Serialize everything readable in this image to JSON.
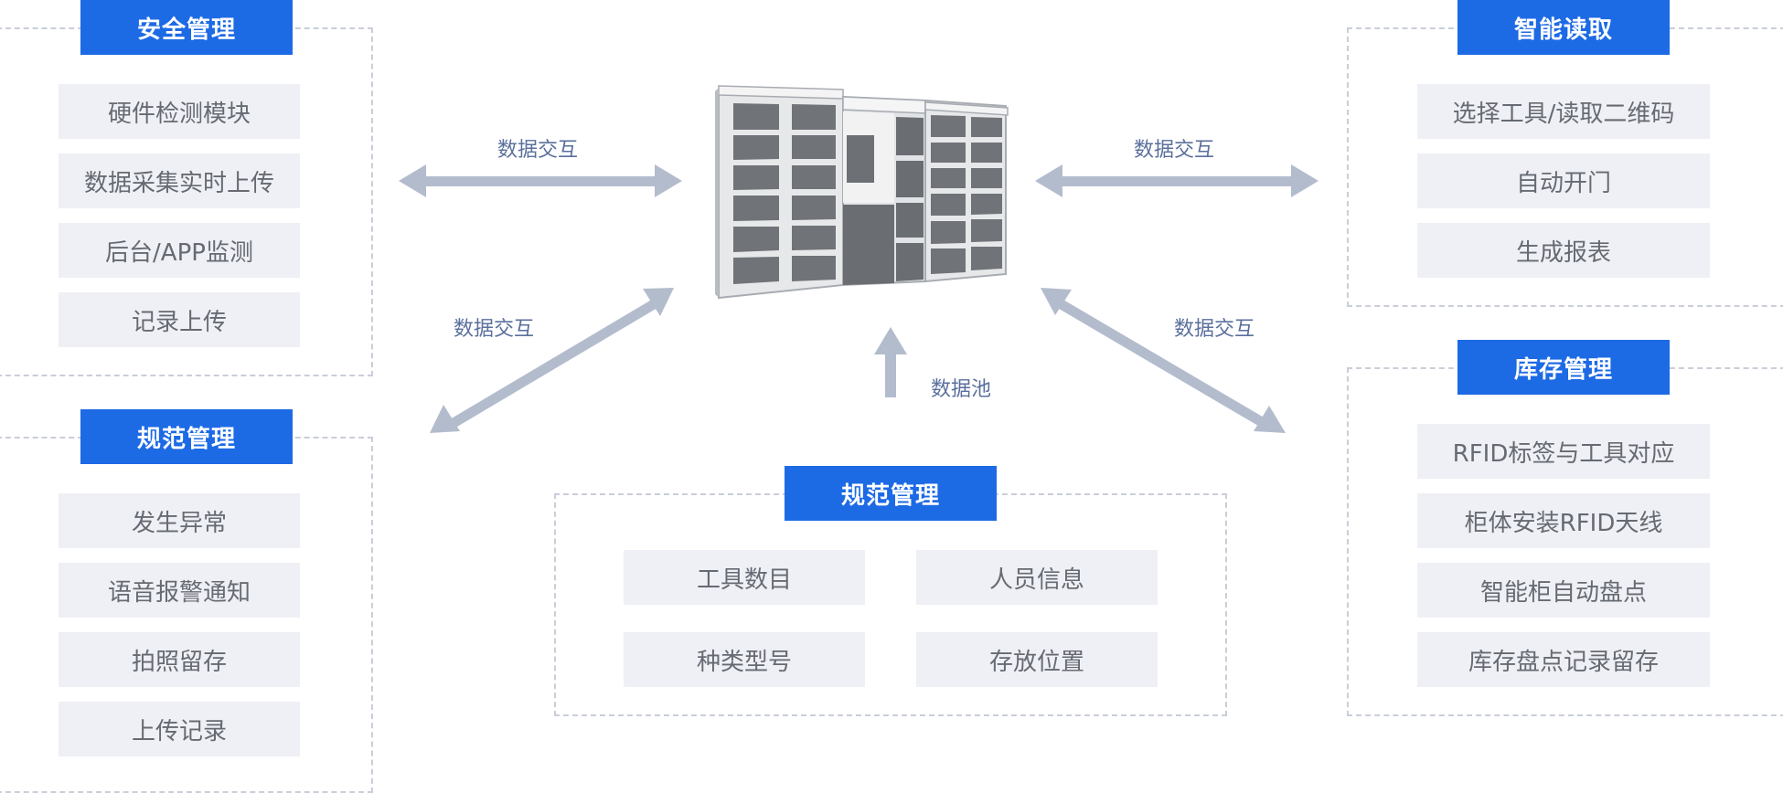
{
  "left_top": {
    "title": "安全管理",
    "items": [
      "硬件检测模块",
      "数据采集实时上传",
      "后台/APP监测",
      "记录上传"
    ]
  },
  "left_bottom": {
    "title": "规范管理",
    "items": [
      "发生异常",
      "语音报警通知",
      "拍照留存",
      "上传记录"
    ]
  },
  "right_top": {
    "title": "智能读取",
    "items": [
      "选择工具/读取二维码",
      "自动开门",
      "生成报表"
    ]
  },
  "right_bottom": {
    "title": "库存管理",
    "items": [
      "RFID标签与工具对应",
      "柜体安装RFID天线",
      "智能柜自动盘点",
      "库存盘点记录留存"
    ]
  },
  "center_bottom": {
    "title": "规范管理",
    "items": [
      "工具数目",
      "人员信息",
      "种类型号",
      "存放位置"
    ]
  },
  "links": {
    "left_top": "数据交互",
    "right_top": "数据交互",
    "left_bottom": "数据交互",
    "right_bottom": "数据交互",
    "pool": "数据池"
  },
  "colors": {
    "accent": "#1d6ae5",
    "arrow": "#b3bccd",
    "label": "#5a6f9c",
    "item_bg": "#eff0f5",
    "dashed": "#c9ced8"
  }
}
